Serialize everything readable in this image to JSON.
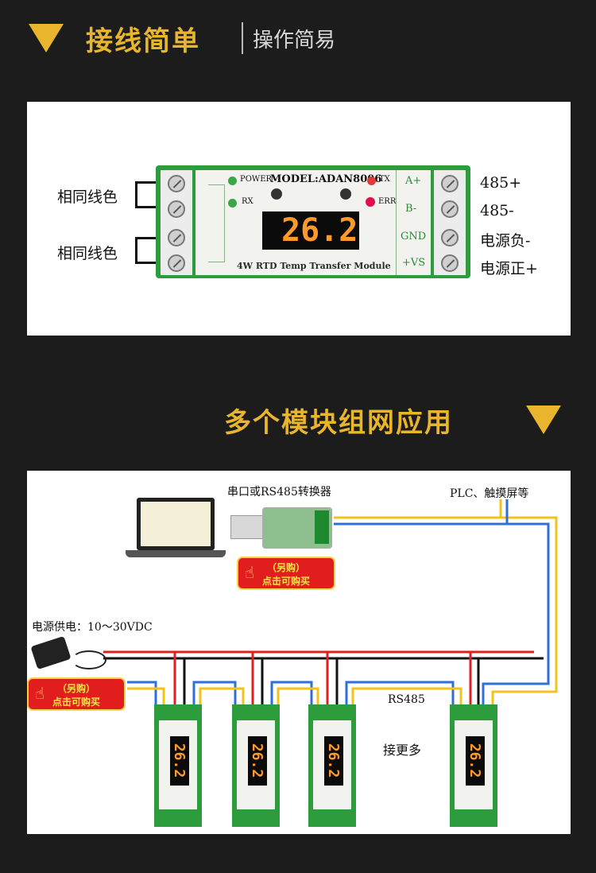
{
  "section1": {
    "title": "接线简单",
    "subtitle": "操作简易"
  },
  "module": {
    "left_labels": [
      "相同线色",
      "相同线色"
    ],
    "right_labels": [
      "485+",
      "485-",
      "电源负-",
      "电源正+"
    ],
    "terminal_labels": [
      "A+",
      "B-",
      "GND",
      "+VS"
    ],
    "model": "MODEL:ADAN8006",
    "led_power": "POWER",
    "led_rx": "RX",
    "led_tx": "TX",
    "led_err": "ERR",
    "display": "26.2",
    "description": "4W RTD Temp Transfer Module"
  },
  "section2": {
    "title": "多个模块组网应用"
  },
  "network": {
    "converter_label": "串口或RS485转换器",
    "plc_label": "PLC、触摸屏等",
    "power_label": "电源供电：10～30VDC",
    "buy_top": "（另购）",
    "buy_bottom": "点击可购买",
    "rs485_label": "RS485",
    "more_label": "接更多",
    "module_display": "26.2"
  },
  "colors": {
    "accent": "#e8b52c",
    "module_green": "#2a9a3a",
    "wire_red": "#e02020",
    "wire_blue": "#2f6fd6",
    "wire_yellow": "#f2c21d"
  }
}
